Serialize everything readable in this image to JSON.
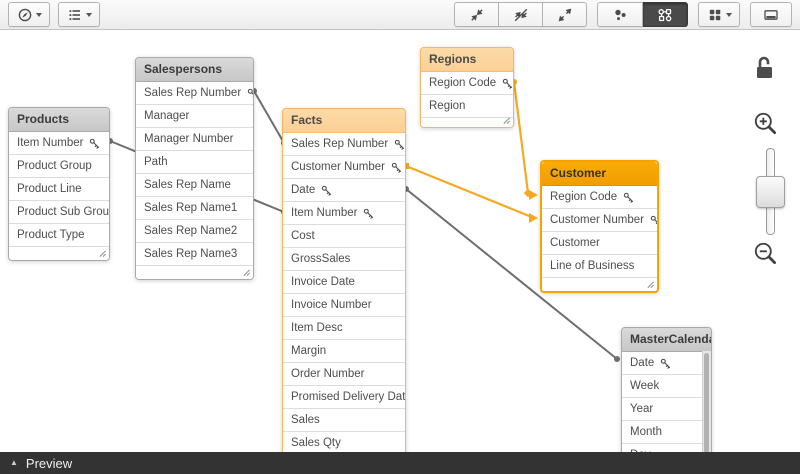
{
  "toolbar": {
    "left_buttons": [
      {
        "name": "layout-menu",
        "icon": "compass-icon"
      },
      {
        "name": "list-menu",
        "icon": "list-icon"
      }
    ],
    "right_buttons": [
      {
        "name": "collapse-all",
        "icon": "collapse-arrows-icon"
      },
      {
        "name": "show-linked-fields",
        "icon": "collapse-linked-icon"
      },
      {
        "name": "expand-all",
        "icon": "expand-arrows-icon"
      },
      {
        "name": "bubbles-view",
        "icon": "bubbles-icon"
      },
      {
        "name": "model-view",
        "icon": "model-graph-icon",
        "active": true
      },
      {
        "name": "grid-layout-menu",
        "icon": "grid-icon"
      },
      {
        "name": "toggle-preview-panel",
        "icon": "panel-icon"
      }
    ]
  },
  "tables": {
    "products": {
      "title": "Products",
      "style": "gray",
      "fields": [
        {
          "name": "Item Number",
          "key": true
        },
        {
          "name": "Product Group"
        },
        {
          "name": "Product Line"
        },
        {
          "name": "Product Sub Group"
        },
        {
          "name": "Product Type"
        }
      ]
    },
    "salespersons": {
      "title": "Salespersons",
      "style": "gray",
      "fields": [
        {
          "name": "Sales Rep Number",
          "key": true
        },
        {
          "name": "Manager"
        },
        {
          "name": "Manager Number"
        },
        {
          "name": "Path"
        },
        {
          "name": "Sales Rep Name"
        },
        {
          "name": "Sales Rep Name1"
        },
        {
          "name": "Sales Rep Name2"
        },
        {
          "name": "Sales Rep Name3"
        }
      ]
    },
    "facts": {
      "title": "Facts",
      "style": "orange",
      "fields": [
        {
          "name": "Sales Rep Number",
          "key": true
        },
        {
          "name": "Customer Number",
          "key": true
        },
        {
          "name": "Date",
          "key": true
        },
        {
          "name": "Item Number",
          "key": true
        },
        {
          "name": "Cost"
        },
        {
          "name": "GrossSales"
        },
        {
          "name": "Invoice Date"
        },
        {
          "name": "Invoice Number"
        },
        {
          "name": "Item Desc"
        },
        {
          "name": "Margin"
        },
        {
          "name": "Order Number"
        },
        {
          "name": "Promised Delivery Date"
        },
        {
          "name": "Sales"
        },
        {
          "name": "Sales Qty"
        }
      ]
    },
    "regions": {
      "title": "Regions",
      "style": "orange",
      "fields": [
        {
          "name": "Region Code",
          "key": true
        },
        {
          "name": "Region"
        }
      ]
    },
    "customer": {
      "title": "Customer",
      "style": "selected",
      "fields": [
        {
          "name": "Region Code",
          "key": true
        },
        {
          "name": "Customer Number",
          "key": true
        },
        {
          "name": "Customer"
        },
        {
          "name": "Line of Business"
        }
      ]
    },
    "mastercalendar": {
      "title": "MasterCalendar",
      "style": "gray",
      "fields": [
        {
          "name": "Date",
          "key": true
        },
        {
          "name": "Week"
        },
        {
          "name": "Year"
        },
        {
          "name": "Month"
        },
        {
          "name": "Day"
        }
      ]
    }
  },
  "connections": [
    {
      "from": "Products.Item Number",
      "to": "Facts.Item Number",
      "color": "#6e6e6e",
      "highlighted": false
    },
    {
      "from": "Salespersons.Sales Rep Number",
      "to": "Facts.Sales Rep Number",
      "color": "#6e6e6e",
      "highlighted": false
    },
    {
      "from": "Facts.Customer Number",
      "to": "Customer.Customer Number",
      "color": "#f7a823",
      "highlighted": true
    },
    {
      "from": "Facts.Date",
      "to": "MasterCalendar.Date",
      "color": "#6e6e6e",
      "highlighted": false
    },
    {
      "from": "Regions.Region Code",
      "to": "Customer.Region Code",
      "color": "#f7a823",
      "highlighted": true
    }
  ],
  "colors": {
    "accent_orange": "#f7a300",
    "light_orange_header": "#fbd5a0",
    "gray_header": "#cfcfcf",
    "line_gray": "#6e6e6e",
    "line_orange": "#f7a823",
    "preview_bar_bg": "#333333"
  },
  "zoom_panel": {
    "icons": [
      "unlock-icon",
      "zoom-in-icon",
      "zoom-out-icon"
    ],
    "selected_table": "Customer"
  },
  "preview_bar": {
    "label": "Preview"
  }
}
